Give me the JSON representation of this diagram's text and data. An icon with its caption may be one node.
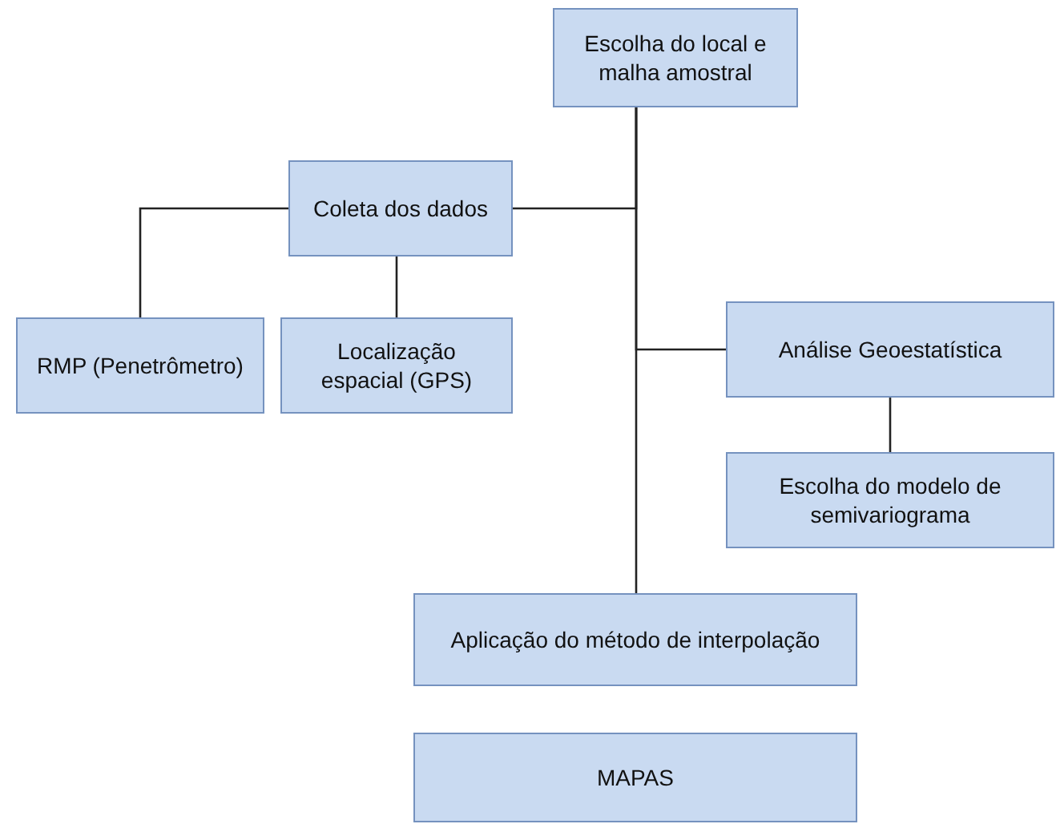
{
  "diagram": {
    "nodes": [
      {
        "text": [
          "Escolha do local e malha amostral"
        ]
      },
      {
        "text": [
          "Coleta dos dados"
        ]
      },
      {
        "text": [
          "RMP (Penetrômetro)"
        ]
      },
      {
        "text": [
          "Localização espacial (GPS)"
        ]
      },
      {
        "text": [
          "Análise Geoestatística"
        ]
      },
      {
        "text": [
          "Escolha do modelo de semivariograma"
        ]
      },
      {
        "text": [
          "Aplicação do método de interpolação"
        ]
      },
      {
        "text": [
          "MAPAS"
        ]
      }
    ],
    "edges": [
      {
        "from": 0,
        "to": 1,
        "arrow": "none"
      },
      {
        "from": 0,
        "to": 4,
        "arrow": "none"
      },
      {
        "from": 0,
        "to": 6,
        "arrow": "none"
      },
      {
        "from": 1,
        "to": 2,
        "arrow": "none"
      },
      {
        "from": 1,
        "to": 3,
        "arrow": "none"
      },
      {
        "from": 4,
        "to": 5,
        "arrow": "none"
      }
    ]
  }
}
